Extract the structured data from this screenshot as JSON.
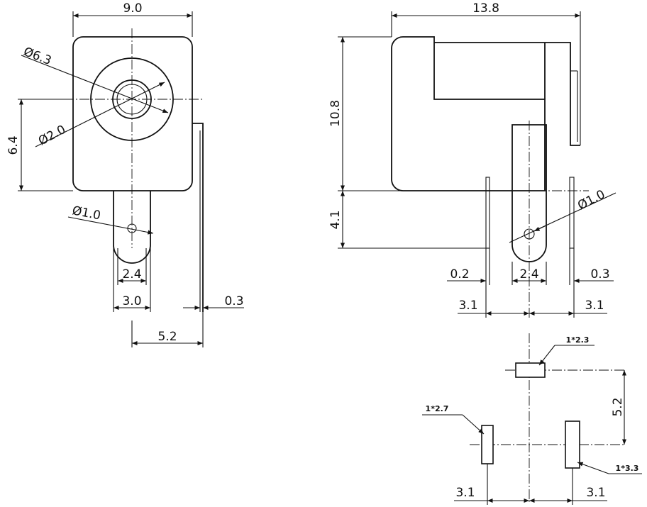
{
  "front_view": {
    "width": "9.0",
    "outer_dia": "Ø6.3",
    "inner_dia": "Ø2.0",
    "height": "6.4",
    "hole_dia": "Ø1.0",
    "pin_inner": "2.4",
    "pin_outer": "3.0",
    "side_thk": "0.3",
    "offset": "5.2"
  },
  "side_view": {
    "length": "13.8",
    "height": "10.8",
    "pin_len": "4.1",
    "hole_dia": "Ø1.0",
    "left_thk": "0.2",
    "pin_width": "2.4",
    "right_thk": "0.3",
    "pitch_left": "3.1",
    "pitch_right": "3.1"
  },
  "footprint": {
    "top_pad": "1*2.3",
    "left_pad": "1*2.7",
    "right_pad": "1*3.3",
    "vertical": "5.2",
    "pitch_left": "3.1",
    "pitch_right": "3.1"
  }
}
